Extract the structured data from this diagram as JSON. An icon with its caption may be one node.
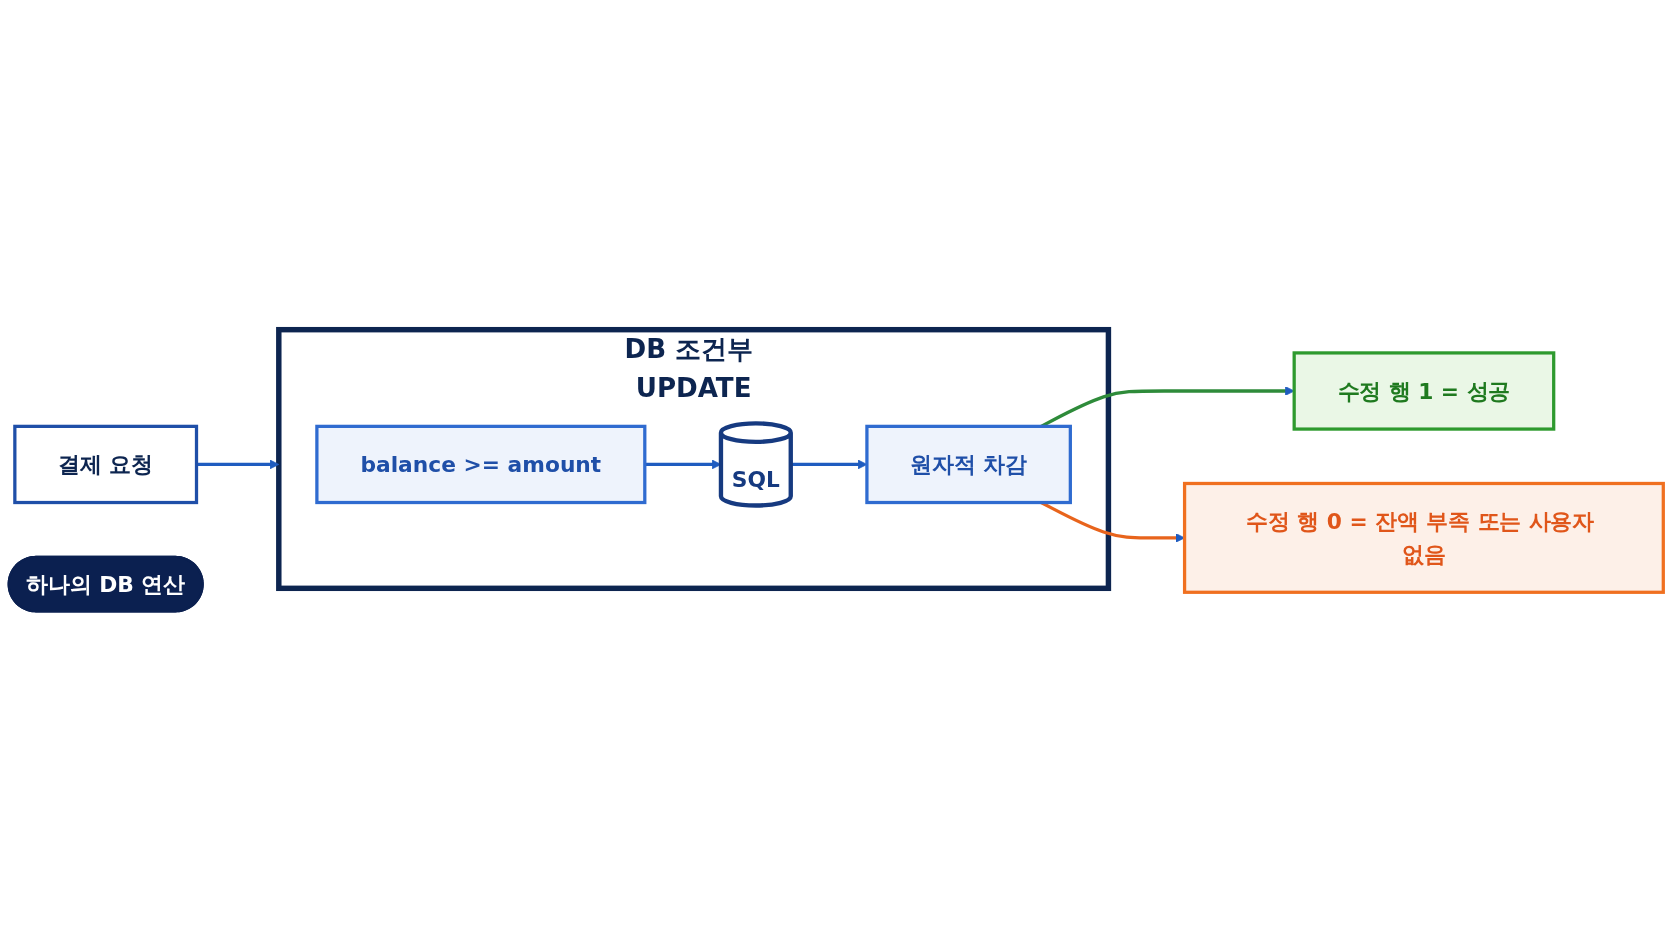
{
  "diagram": {
    "nodes": [
      {
        "text": [
          "결제 요청"
        ]
      },
      {
        "text": [
          "DB 조건부 UPDATE"
        ]
      },
      {
        "text": [
          "balance >= amount"
        ],
        "in": 1
      },
      {
        "text": [
          "SQL"
        ],
        "in": 1
      },
      {
        "text": [
          "원자적 차감"
        ],
        "in": 1
      },
      {
        "text": [
          "하나의 DB 연산"
        ]
      },
      {
        "text": [
          "수정 행 1 = 성공"
        ]
      },
      {
        "text": [
          "수정 행 0 = 잔액 부족 또는 사용자 없음"
        ]
      }
    ],
    "edges": [
      {
        "from": 0,
        "to": 1,
        "arrow": "to"
      },
      {
        "from": 2,
        "to": 3,
        "arrow": "to"
      },
      {
        "from": 3,
        "to": 4,
        "arrow": "to"
      },
      {
        "from": 4,
        "to": 6,
        "arrow": "to",
        "color": "#2e8b3a"
      },
      {
        "from": 4,
        "to": 7,
        "arrow": "to",
        "color": "#e8641c"
      }
    ]
  }
}
